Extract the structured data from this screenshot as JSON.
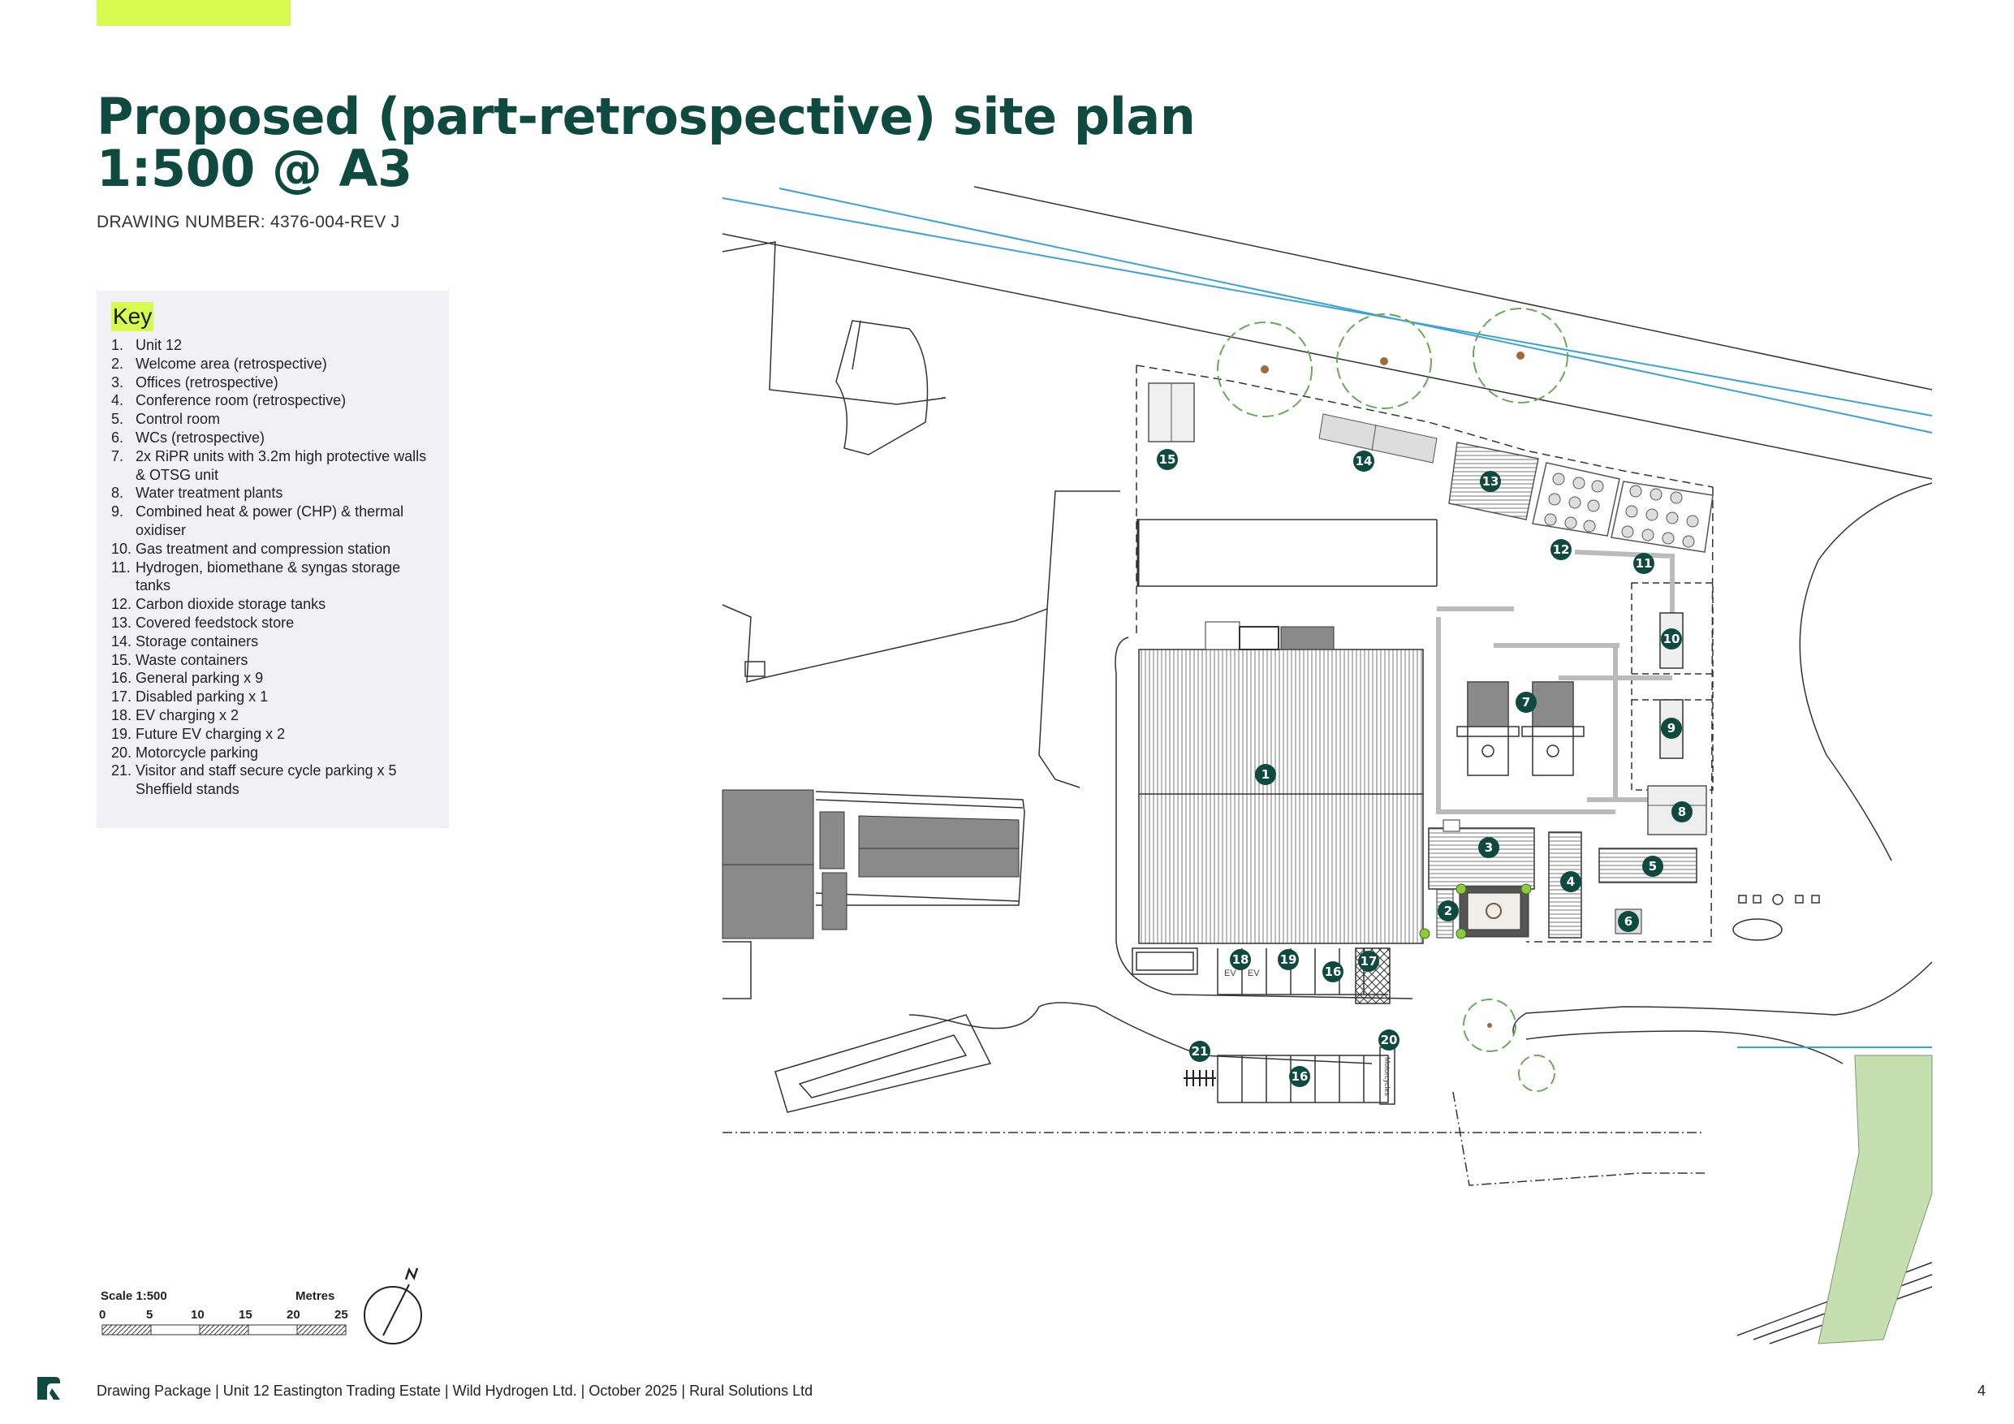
{
  "header": {
    "title_line1": "Proposed (part-retrospective) site plan",
    "title_line2": "1:500 @ A3",
    "drawing_number": "DRAWING NUMBER: 4376-004-REV J"
  },
  "key": {
    "heading": "Key",
    "items": [
      {
        "num": "1.",
        "text": "Unit 12"
      },
      {
        "num": "2.",
        "text": "Welcome area (retrospective)"
      },
      {
        "num": "3.",
        "text": "Offices (retrospective)"
      },
      {
        "num": "4.",
        "text": "Conference room (retrospective)"
      },
      {
        "num": "5.",
        "text": "Control room"
      },
      {
        "num": "6.",
        "text": "WCs (retrospective)"
      },
      {
        "num": "7.",
        "text": "2x RiPR units with 3.2m high protective walls & OTSG unit"
      },
      {
        "num": "8.",
        "text": "Water treatment plants"
      },
      {
        "num": "9.",
        "text": "Combined heat & power (CHP) & thermal oxidiser"
      },
      {
        "num": "10.",
        "text": "Gas treatment and compression station"
      },
      {
        "num": "11.",
        "text": "Hydrogen, biomethane & syngas storage tanks"
      },
      {
        "num": "12.",
        "text": "Carbon dioxide storage tanks"
      },
      {
        "num": "13.",
        "text": "Covered feedstock store"
      },
      {
        "num": "14.",
        "text": "Storage containers"
      },
      {
        "num": "15.",
        "text": "Waste containers"
      },
      {
        "num": "16.",
        "text": "General parking x 9"
      },
      {
        "num": "17.",
        "text": "Disabled parking x 1"
      },
      {
        "num": "18.",
        "text": "EV charging x 2"
      },
      {
        "num": "19.",
        "text": "Future EV charging x 2"
      },
      {
        "num": "20.",
        "text": "Motorcycle parking"
      },
      {
        "num": "21.",
        "text": "Visitor and staff secure cycle parking x 5 Sheffield stands"
      }
    ]
  },
  "plan": {
    "markers": [
      "1",
      "2",
      "3",
      "4",
      "5",
      "6",
      "7",
      "8",
      "9",
      "10",
      "11",
      "12",
      "13",
      "14",
      "15",
      "16",
      "16",
      "17",
      "18",
      "19",
      "20",
      "21"
    ],
    "ev_label": "EV",
    "motorcycle_label": "Motorcycles",
    "colors": {
      "marker": "#0f4a40",
      "road_line": "#3aa3d6",
      "tree": "#6aaa5a",
      "green_strip": "#c5dfae",
      "building": "#8a8a8a",
      "accent": "#d6fa4f"
    }
  },
  "scale": {
    "label": "Scale 1:500",
    "unit": "Metres",
    "ticks": [
      "0",
      "5",
      "10",
      "15",
      "20",
      "25"
    ]
  },
  "footer": {
    "text": "Drawing Package  |  Unit 12 Eastington Trading Estate  |  Wild Hydrogen Ltd.  |  October 2025  |  Rural Solutions Ltd",
    "page": "4"
  }
}
